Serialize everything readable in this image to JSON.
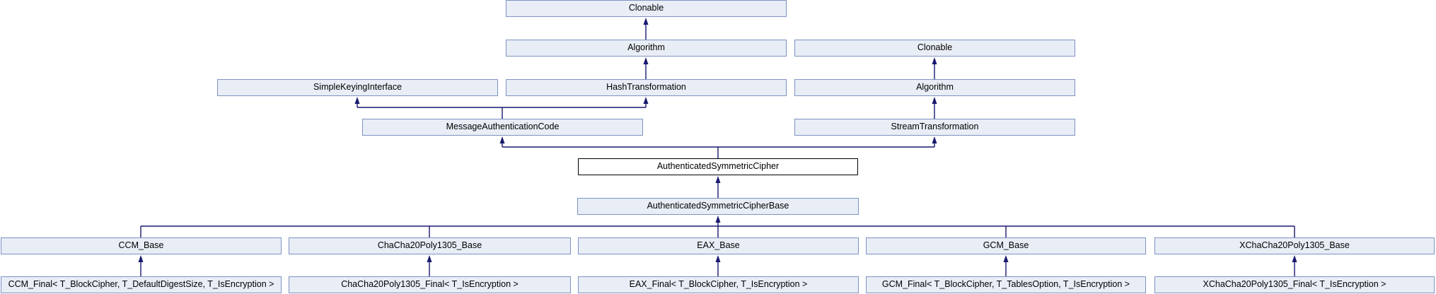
{
  "diagram": {
    "kind": "class-inheritance-diagram",
    "focus_class": "AuthenticatedSymmetricCipher",
    "colors": {
      "node_fill": "#E8EDF6",
      "node_border": "#7E93C2",
      "focus_fill": "#FFFFFF",
      "focus_border": "#000000",
      "edge": "#191970",
      "text": "#000000",
      "background": "#FFFFFF"
    },
    "nodes": [
      {
        "id": "clonable-top",
        "label": "Clonable"
      },
      {
        "id": "algorithm-left",
        "label": "Algorithm"
      },
      {
        "id": "clonable-right",
        "label": "Clonable"
      },
      {
        "id": "simple-keying-interface",
        "label": "SimpleKeyingInterface"
      },
      {
        "id": "hash-transformation",
        "label": "HashTransformation"
      },
      {
        "id": "algorithm-right",
        "label": "Algorithm"
      },
      {
        "id": "message-authentication-code",
        "label": "MessageAuthenticationCode"
      },
      {
        "id": "stream-transformation",
        "label": "StreamTransformation"
      },
      {
        "id": "authenticated-symmetric-cipher",
        "label": "AuthenticatedSymmetricCipher"
      },
      {
        "id": "authenticated-symmetric-cipher-base",
        "label": "AuthenticatedSymmetricCipherBase"
      },
      {
        "id": "ccm-base",
        "label": "CCM_Base"
      },
      {
        "id": "chacha20poly1305-base",
        "label": "ChaCha20Poly1305_Base"
      },
      {
        "id": "eax-base",
        "label": "EAX_Base"
      },
      {
        "id": "gcm-base",
        "label": "GCM_Base"
      },
      {
        "id": "xchacha20poly1305-base",
        "label": "XChaCha20Poly1305_Base"
      },
      {
        "id": "ccm-final",
        "label": "CCM_Final< T_BlockCipher, T_DefaultDigestSize, T_IsEncryption >"
      },
      {
        "id": "chacha20poly1305-final",
        "label": "ChaCha20Poly1305_Final< T_IsEncryption >"
      },
      {
        "id": "eax-final",
        "label": "EAX_Final< T_BlockCipher, T_IsEncryption >"
      },
      {
        "id": "gcm-final",
        "label": "GCM_Final< T_BlockCipher, T_TablesOption, T_IsEncryption >"
      },
      {
        "id": "xchacha20poly1305-final",
        "label": "XChaCha20Poly1305_Final< T_IsEncryption >"
      }
    ],
    "edges": [
      {
        "from": "algorithm-left",
        "to": "clonable-top"
      },
      {
        "from": "hash-transformation",
        "to": "algorithm-left"
      },
      {
        "from": "algorithm-right",
        "to": "clonable-right"
      },
      {
        "from": "message-authentication-code",
        "to": "simple-keying-interface"
      },
      {
        "from": "message-authentication-code",
        "to": "hash-transformation"
      },
      {
        "from": "stream-transformation",
        "to": "algorithm-right"
      },
      {
        "from": "authenticated-symmetric-cipher",
        "to": "message-authentication-code"
      },
      {
        "from": "authenticated-symmetric-cipher",
        "to": "stream-transformation"
      },
      {
        "from": "authenticated-symmetric-cipher-base",
        "to": "authenticated-symmetric-cipher"
      },
      {
        "from": "ccm-base",
        "to": "authenticated-symmetric-cipher-base"
      },
      {
        "from": "chacha20poly1305-base",
        "to": "authenticated-symmetric-cipher-base"
      },
      {
        "from": "eax-base",
        "to": "authenticated-symmetric-cipher-base"
      },
      {
        "from": "gcm-base",
        "to": "authenticated-symmetric-cipher-base"
      },
      {
        "from": "xchacha20poly1305-base",
        "to": "authenticated-symmetric-cipher-base"
      },
      {
        "from": "ccm-final",
        "to": "ccm-base"
      },
      {
        "from": "chacha20poly1305-final",
        "to": "chacha20poly1305-base"
      },
      {
        "from": "eax-final",
        "to": "eax-base"
      },
      {
        "from": "gcm-final",
        "to": "gcm-base"
      },
      {
        "from": "xchacha20poly1305-final",
        "to": "xchacha20poly1305-base"
      }
    ]
  }
}
